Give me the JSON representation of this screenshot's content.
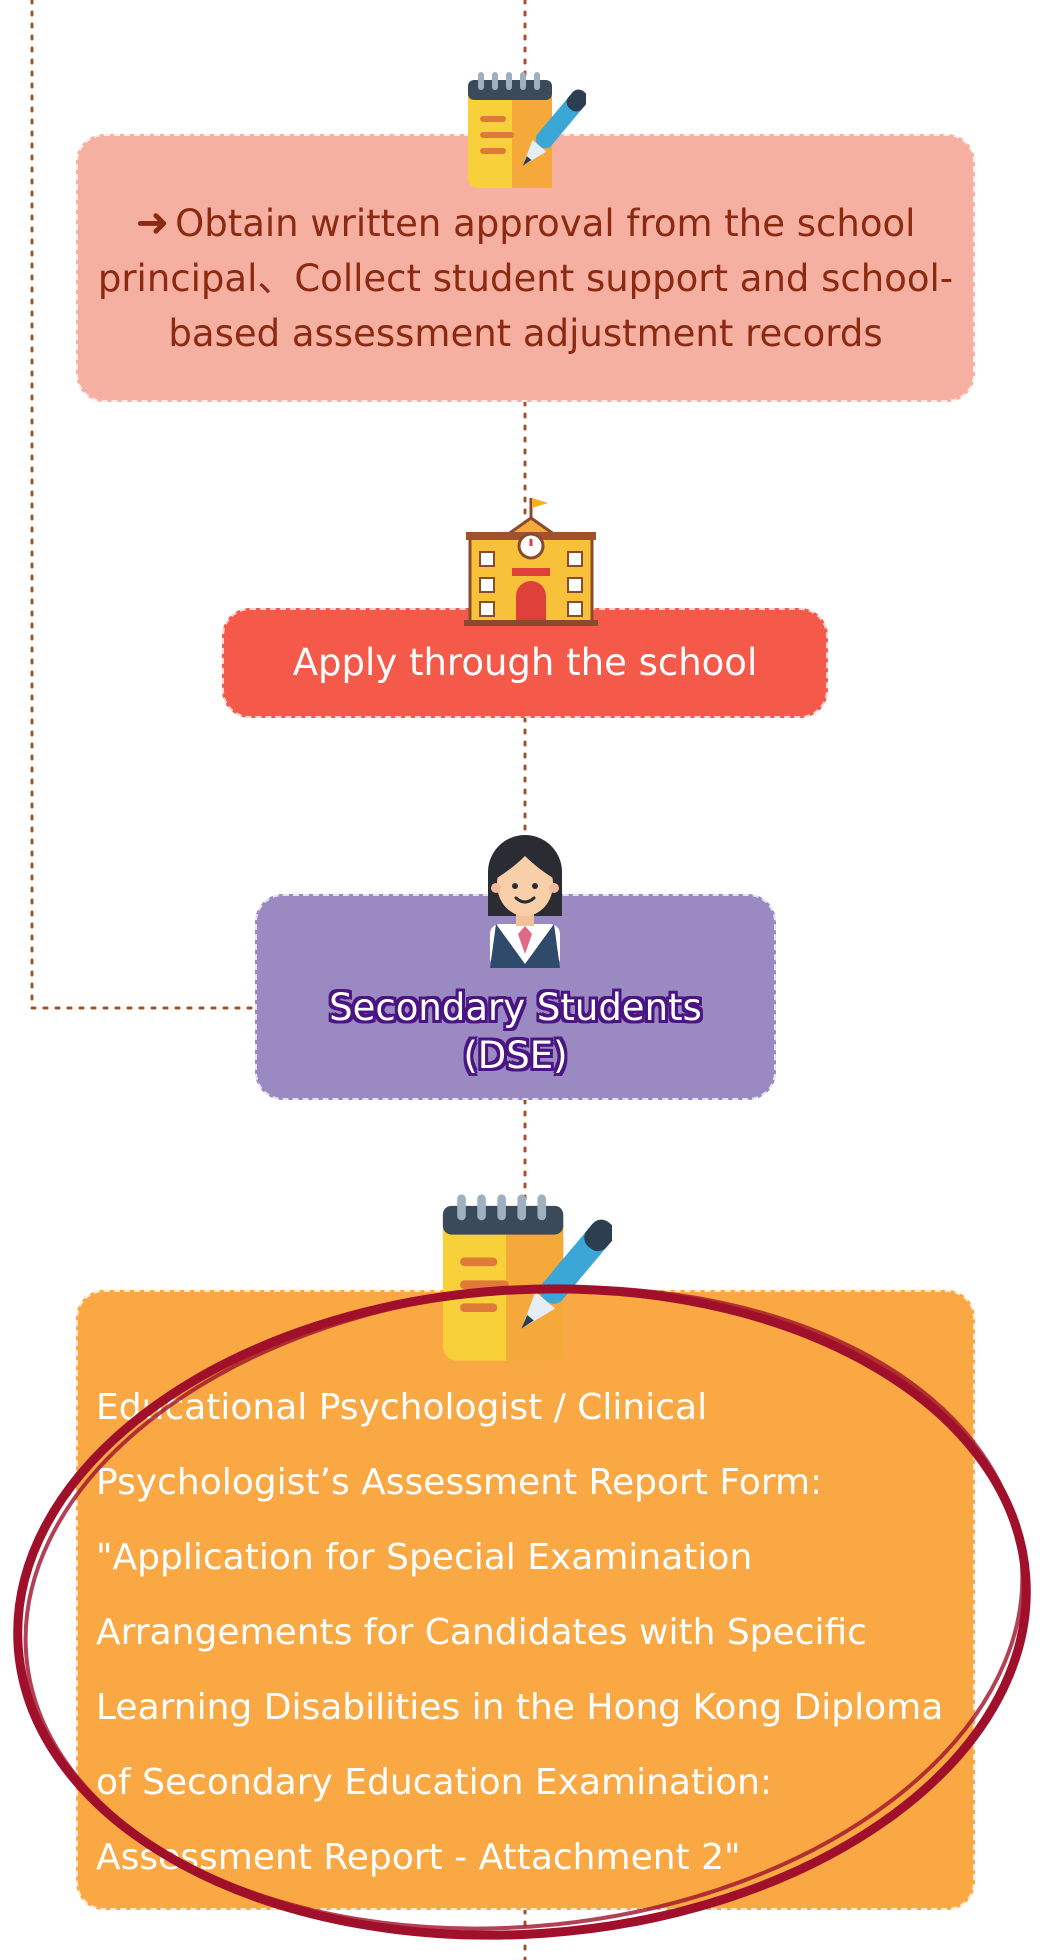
{
  "diagram": {
    "approval_step": {
      "arrow": "➜",
      "text": "Obtain written approval from the school principal、Collect student support and school-based assessment adjustment records"
    },
    "school_step": {
      "text": "Apply through the school"
    },
    "students_step": {
      "line1": "Secondary Students",
      "line2": "(DSE)"
    },
    "report_step": {
      "text": "Educational Psychologist / Clinical Psychologist’s Assessment Report Form: \"Application for Special Examination Arrangements for Candidates with Specific Learning Disabilities in the Hong Kong Diploma of Secondary Education Examination: Assessment Report - Attachment 2\""
    },
    "icons": [
      "notepad-pen-icon",
      "school-building-icon",
      "student-icon",
      "notepad-pen-icon"
    ],
    "colors": {
      "approval_box": "#f5b0a2",
      "approval_text": "#8b2a10",
      "school_box": "#f5594a",
      "students_box": "#9b8ac2",
      "students_outline": "#4a1583",
      "report_box": "#f9a843",
      "connector": "#a0522d",
      "highlight_ellipse": "#a0102a"
    }
  }
}
